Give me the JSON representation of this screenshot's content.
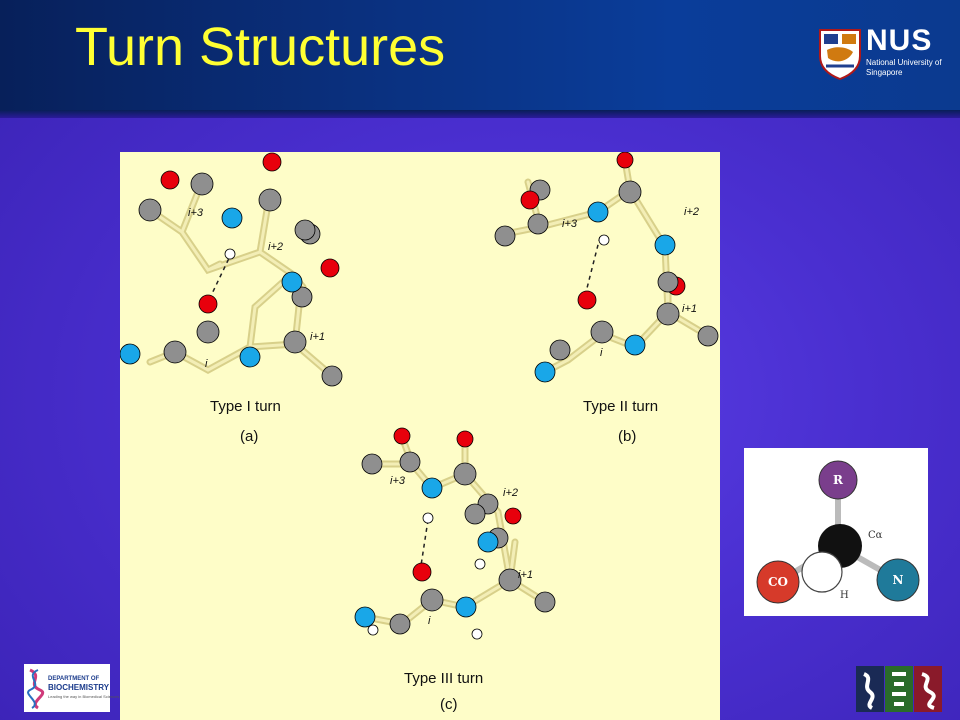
{
  "title": "Turn Structures",
  "logo": {
    "wordmark": "NUS",
    "subtitle": "National University of Singapore"
  },
  "figure": {
    "captions": {
      "a_title": "Type I turn",
      "a_label": "(a)",
      "b_title": "Type II turn",
      "b_label": "(b)",
      "c_title": "Type III turn",
      "c_label": "(c)"
    },
    "residue_labels": [
      "i",
      "i+1",
      "i+2",
      "i+3"
    ]
  },
  "inset": {
    "r": "R",
    "ca": "Cα",
    "co": "CO",
    "n": "N",
    "h": "H"
  },
  "footer": {
    "biochem_line1": "DEPARTMENT OF",
    "biochem_line2": "BIOCHEMISTRY",
    "biochem_tag": "Leading the way in Biomedical Sciences"
  },
  "colors": {
    "title": "#ffff33",
    "panel": "#fefdc8",
    "oxygen": "#e8000c",
    "nitrogen": "#16a6e8",
    "carbon": "#8f8f8f",
    "bond": "#ece7a0"
  }
}
